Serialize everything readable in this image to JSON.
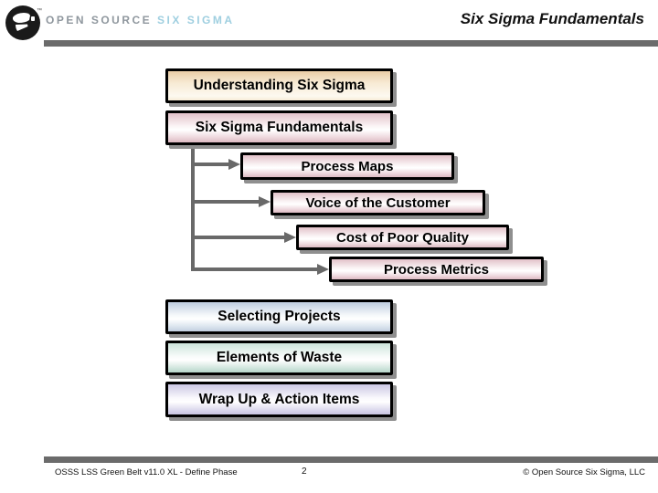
{
  "header": {
    "brand": {
      "primary": "OPEN SOURCE",
      "accent": "SIX SIGMA",
      "tm": "™",
      "accent_color": "#9fcfe0",
      "primary_color": "#8f979e"
    },
    "title": "Six Sigma Fundamentals",
    "rule_color": "#6b6b6b"
  },
  "agenda": {
    "items": [
      {
        "label": "Understanding Six Sigma",
        "theme": "peach"
      },
      {
        "label": "Six Sigma Fundamentals",
        "theme": "pink",
        "children": [
          {
            "label": "Process Maps"
          },
          {
            "label": "Voice of the Customer"
          },
          {
            "label": "Cost of Poor Quality"
          },
          {
            "label": "Process Metrics"
          }
        ]
      },
      {
        "label": "Selecting Projects",
        "theme": "blue"
      },
      {
        "label": "Elements of Waste",
        "theme": "teal"
      },
      {
        "label": "Wrap Up & Action Items",
        "theme": "lavender"
      }
    ],
    "connector_color": "#696969",
    "shadow_color": "#8f8f8f"
  },
  "footer": {
    "left": "OSSS LSS Green Belt v11.0 XL - Define Phase",
    "page_number": "2",
    "right": "© Open Source Six Sigma, LLC"
  }
}
